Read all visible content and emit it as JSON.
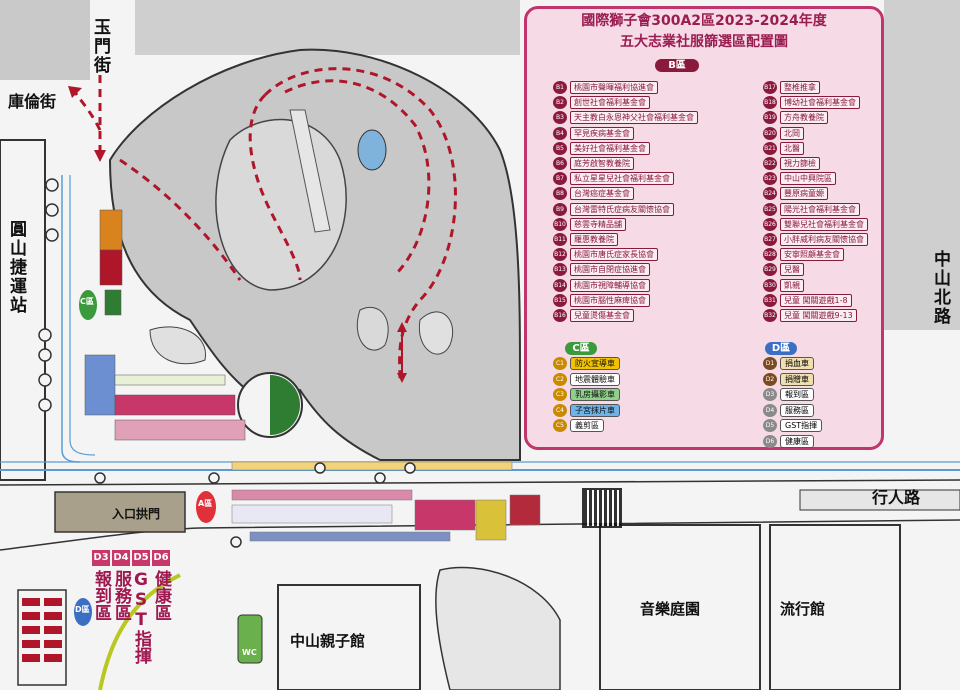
{
  "panel": {
    "title_line1": "國際獅子會300A2區2023-2024年度",
    "title_line2": "五大志業社服篩選區配置圖",
    "b_header": "B區",
    "c_header": "C區",
    "d_header": "D區",
    "b_left": [
      {
        "code": "B1",
        "name": "桃園市聲暉福利協進會"
      },
      {
        "code": "B2",
        "name": "創世社會福利基金會"
      },
      {
        "code": "B3",
        "name": "天主教白永恩神父社會福利基金會"
      },
      {
        "code": "B4",
        "name": "罕見疾病基金會"
      },
      {
        "code": "B5",
        "name": "美好社會福利基金會"
      },
      {
        "code": "B6",
        "name": "庭芳啟智教養院"
      },
      {
        "code": "B7",
        "name": "私立星星兒社會福利基金會"
      },
      {
        "code": "B8",
        "name": "台灣癌症基金會"
      },
      {
        "code": "B9",
        "name": "台灣雷特氏症病友關懷協會"
      },
      {
        "code": "B10",
        "name": "慈雲寺精品舖"
      },
      {
        "code": "B11",
        "name": "羅惠教養院"
      },
      {
        "code": "B12",
        "name": "桃園市唐氏症家長協會"
      },
      {
        "code": "B13",
        "name": "桃園市自閉症協進會"
      },
      {
        "code": "B14",
        "name": "桃園市視障輔導協會"
      },
      {
        "code": "B15",
        "name": "桃園市腦性麻痺協會"
      },
      {
        "code": "B16",
        "name": "兒童燙傷基金會"
      }
    ],
    "b_right": [
      {
        "code": "B17",
        "name": "整椎推拿"
      },
      {
        "code": "B18",
        "name": "博幼社會福利基金會"
      },
      {
        "code": "B19",
        "name": "方舟教養院"
      },
      {
        "code": "B20",
        "name": "北岡"
      },
      {
        "code": "B21",
        "name": "北醫"
      },
      {
        "code": "B22",
        "name": "視力篩檢"
      },
      {
        "code": "B23",
        "name": "中山中興院區"
      },
      {
        "code": "B24",
        "name": "豐原病童嫄"
      },
      {
        "code": "B25",
        "name": "陽光社會福利基金會"
      },
      {
        "code": "B26",
        "name": "雙聯兒社會福利基金會"
      },
      {
        "code": "B27",
        "name": "小胖威利病友關懷協會"
      },
      {
        "code": "B28",
        "name": "安寧照顧基金會"
      },
      {
        "code": "B29",
        "name": "兒醫"
      },
      {
        "code": "B30",
        "name": "凱親"
      },
      {
        "code": "B31",
        "name": "兒童  闖關遊戲1-8"
      },
      {
        "code": "B32",
        "name": "兒童  闖關遊戲9-13"
      }
    ],
    "c_items": [
      {
        "code": "C1",
        "name": "防火宣導車",
        "color": "#f2c200"
      },
      {
        "code": "C2",
        "name": "地震體驗車",
        "color": "#ffffff"
      },
      {
        "code": "C3",
        "name": "乳房攝影車",
        "color": "#8fd08a"
      },
      {
        "code": "C4",
        "name": "子宮抹片車",
        "color": "#6fb4e8"
      },
      {
        "code": "C5",
        "name": "義剪區",
        "color": "#ffffff"
      }
    ],
    "d_items": [
      {
        "code": "D1",
        "name": "捐血車",
        "color": "#f0e0b0"
      },
      {
        "code": "D2",
        "name": "捐贈車",
        "color": "#f0e0b0"
      },
      {
        "code": "D3",
        "name": "報到區",
        "color": "#ffffff"
      },
      {
        "code": "D4",
        "name": "服務區",
        "color": "#ffffff"
      },
      {
        "code": "D5",
        "name": "GST指揮",
        "color": "#ffffff"
      },
      {
        "code": "D6",
        "name": "健康區",
        "color": "#ffffff"
      }
    ]
  },
  "streets": {
    "yumen": "玉門街",
    "kulun": "庫倫街",
    "yuanshan": "圓山捷運站",
    "zhongshan_north": "中山北路",
    "pedestrian": "行人路"
  },
  "buildings": {
    "entrance_arch": "入口拱門",
    "music_garden": "音樂庭園",
    "pop_hall": "流行館",
    "family_hall": "中山親子館",
    "wc": "WC"
  },
  "zones": {
    "a": "A區",
    "c_map": "C區",
    "d_map": "D區",
    "d_boxes": [
      "D3",
      "D4",
      "D5",
      "D6"
    ],
    "d_labels": [
      "報到區",
      "服務區",
      "GST指揮",
      "健康區"
    ]
  },
  "colors": {
    "accent": "#c0366c",
    "panel_bg": "#f6dbe6",
    "route": "#b0162a",
    "river": "#5a9bd4",
    "park": "#c8c8c8"
  }
}
